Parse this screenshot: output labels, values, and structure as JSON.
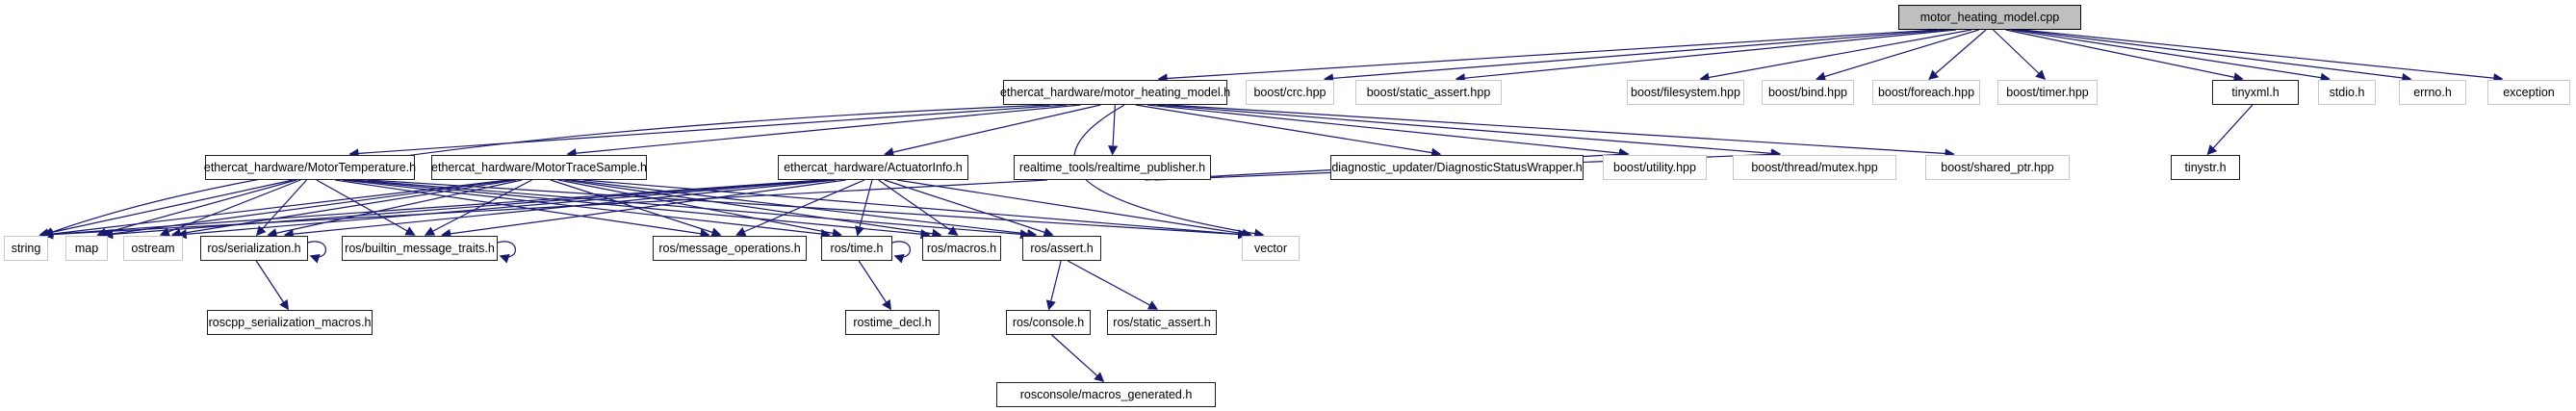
{
  "diagram": {
    "kind": "include-dependency-graph",
    "root_file": "motor_heating_model.cpp"
  },
  "colors": {
    "edge": "#191970",
    "root_fill": "#bfbfbf",
    "node_fill": "#ffffff",
    "linked_border": "#1f1f1f",
    "plain_border": "#c8c8c8"
  },
  "nodes": [
    {
      "id": "root",
      "label": "motor_heating_model.cpp",
      "kind": "root"
    },
    {
      "id": "mhm_h",
      "label": "ethercat_hardware/motor_heating_model.h",
      "kind": "linked"
    },
    {
      "id": "crc",
      "label": "boost/crc.hpp",
      "kind": "plain"
    },
    {
      "id": "bsa",
      "label": "boost/static_assert.hpp",
      "kind": "plain"
    },
    {
      "id": "bfs",
      "label": "boost/filesystem.hpp",
      "kind": "plain"
    },
    {
      "id": "bbind",
      "label": "boost/bind.hpp",
      "kind": "plain"
    },
    {
      "id": "bforeach",
      "label": "boost/foreach.hpp",
      "kind": "plain"
    },
    {
      "id": "btimer",
      "label": "boost/timer.hpp",
      "kind": "plain"
    },
    {
      "id": "tinyxml",
      "label": "tinyxml.h",
      "kind": "linked"
    },
    {
      "id": "stdio",
      "label": "stdio.h",
      "kind": "plain"
    },
    {
      "id": "errno",
      "label": "errno.h",
      "kind": "plain"
    },
    {
      "id": "exception",
      "label": "exception",
      "kind": "plain"
    },
    {
      "id": "mtemp",
      "label": "ethercat_hardware/MotorTemperature.h",
      "kind": "linked"
    },
    {
      "id": "mtrace",
      "label": "ethercat_hardware/MotorTraceSample.h",
      "kind": "linked"
    },
    {
      "id": "actinfo",
      "label": "ethercat_hardware/ActuatorInfo.h",
      "kind": "linked"
    },
    {
      "id": "rtpub",
      "label": "realtime_tools/realtime_publisher.h",
      "kind": "linked"
    },
    {
      "id": "dsw",
      "label": "diagnostic_updater/DiagnosticStatusWrapper.h",
      "kind": "linked"
    },
    {
      "id": "butil",
      "label": "boost/utility.hpp",
      "kind": "plain"
    },
    {
      "id": "bmutex",
      "label": "boost/thread/mutex.hpp",
      "kind": "plain"
    },
    {
      "id": "bshared",
      "label": "boost/shared_ptr.hpp",
      "kind": "plain"
    },
    {
      "id": "tinystr",
      "label": "tinystr.h",
      "kind": "linked"
    },
    {
      "id": "string",
      "label": "string",
      "kind": "plain"
    },
    {
      "id": "map",
      "label": "map",
      "kind": "plain"
    },
    {
      "id": "ostream",
      "label": "ostream",
      "kind": "plain"
    },
    {
      "id": "rser",
      "label": "ros/serialization.h",
      "kind": "linked"
    },
    {
      "id": "rbmt",
      "label": "ros/builtin_message_traits.h",
      "kind": "linked"
    },
    {
      "id": "rmo",
      "label": "ros/message_operations.h",
      "kind": "linked"
    },
    {
      "id": "rtime",
      "label": "ros/time.h",
      "kind": "linked"
    },
    {
      "id": "rmacros",
      "label": "ros/macros.h",
      "kind": "linked"
    },
    {
      "id": "rassert",
      "label": "ros/assert.h",
      "kind": "linked"
    },
    {
      "id": "vector",
      "label": "vector",
      "kind": "plain"
    },
    {
      "id": "rsm",
      "label": "roscpp_serialization_macros.h",
      "kind": "linked"
    },
    {
      "id": "rtd",
      "label": "rostime_decl.h",
      "kind": "linked"
    },
    {
      "id": "rconsole",
      "label": "ros/console.h",
      "kind": "linked"
    },
    {
      "id": "rsa",
      "label": "ros/static_assert.h",
      "kind": "linked"
    },
    {
      "id": "rmg",
      "label": "rosconsole/macros_generated.h",
      "kind": "linked"
    }
  ],
  "edges": [
    {
      "from": "root",
      "to": "mhm_h"
    },
    {
      "from": "root",
      "to": "crc"
    },
    {
      "from": "root",
      "to": "bsa"
    },
    {
      "from": "root",
      "to": "bfs"
    },
    {
      "from": "root",
      "to": "bbind"
    },
    {
      "from": "root",
      "to": "bforeach"
    },
    {
      "from": "root",
      "to": "btimer"
    },
    {
      "from": "root",
      "to": "tinyxml"
    },
    {
      "from": "root",
      "to": "stdio"
    },
    {
      "from": "root",
      "to": "errno"
    },
    {
      "from": "root",
      "to": "exception"
    },
    {
      "from": "mhm_h",
      "to": "mtemp"
    },
    {
      "from": "mhm_h",
      "to": "mtrace"
    },
    {
      "from": "mhm_h",
      "to": "actinfo"
    },
    {
      "from": "mhm_h",
      "to": "rtpub"
    },
    {
      "from": "mhm_h",
      "to": "dsw"
    },
    {
      "from": "mhm_h",
      "to": "butil"
    },
    {
      "from": "mhm_h",
      "to": "bmutex"
    },
    {
      "from": "mhm_h",
      "to": "bshared"
    },
    {
      "from": "mhm_h",
      "to": "string"
    },
    {
      "from": "mhm_h",
      "to": "vector"
    },
    {
      "from": "mtemp",
      "to": "string"
    },
    {
      "from": "mtemp",
      "to": "map"
    },
    {
      "from": "mtemp",
      "to": "ostream"
    },
    {
      "from": "mtemp",
      "to": "rser"
    },
    {
      "from": "mtemp",
      "to": "rbmt"
    },
    {
      "from": "mtemp",
      "to": "rmo"
    },
    {
      "from": "mtemp",
      "to": "rtime"
    },
    {
      "from": "mtemp",
      "to": "rmacros"
    },
    {
      "from": "mtemp",
      "to": "rassert"
    },
    {
      "from": "mtemp",
      "to": "vector"
    },
    {
      "from": "mtrace",
      "to": "string"
    },
    {
      "from": "mtrace",
      "to": "map"
    },
    {
      "from": "mtrace",
      "to": "ostream"
    },
    {
      "from": "mtrace",
      "to": "rser"
    },
    {
      "from": "mtrace",
      "to": "rbmt"
    },
    {
      "from": "mtrace",
      "to": "rmo"
    },
    {
      "from": "mtrace",
      "to": "rtime"
    },
    {
      "from": "mtrace",
      "to": "rmacros"
    },
    {
      "from": "mtrace",
      "to": "rassert"
    },
    {
      "from": "mtrace",
      "to": "vector"
    },
    {
      "from": "actinfo",
      "to": "string"
    },
    {
      "from": "actinfo",
      "to": "map"
    },
    {
      "from": "actinfo",
      "to": "ostream"
    },
    {
      "from": "actinfo",
      "to": "rser"
    },
    {
      "from": "actinfo",
      "to": "rbmt"
    },
    {
      "from": "actinfo",
      "to": "rmo"
    },
    {
      "from": "actinfo",
      "to": "rtime"
    },
    {
      "from": "actinfo",
      "to": "rmacros"
    },
    {
      "from": "actinfo",
      "to": "rassert"
    },
    {
      "from": "actinfo",
      "to": "vector"
    },
    {
      "from": "rtpub",
      "to": "string"
    },
    {
      "from": "rtpub",
      "to": "butil"
    },
    {
      "from": "rtpub",
      "to": "bmutex"
    },
    {
      "from": "rser",
      "to": "rser"
    },
    {
      "from": "rser",
      "to": "rsm"
    },
    {
      "from": "rbmt",
      "to": "rbmt"
    },
    {
      "from": "rtime",
      "to": "rtime"
    },
    {
      "from": "rtime",
      "to": "rtd"
    },
    {
      "from": "rassert",
      "to": "rconsole"
    },
    {
      "from": "rassert",
      "to": "rsa"
    },
    {
      "from": "rconsole",
      "to": "rmg"
    },
    {
      "from": "tinyxml",
      "to": "tinystr"
    }
  ]
}
